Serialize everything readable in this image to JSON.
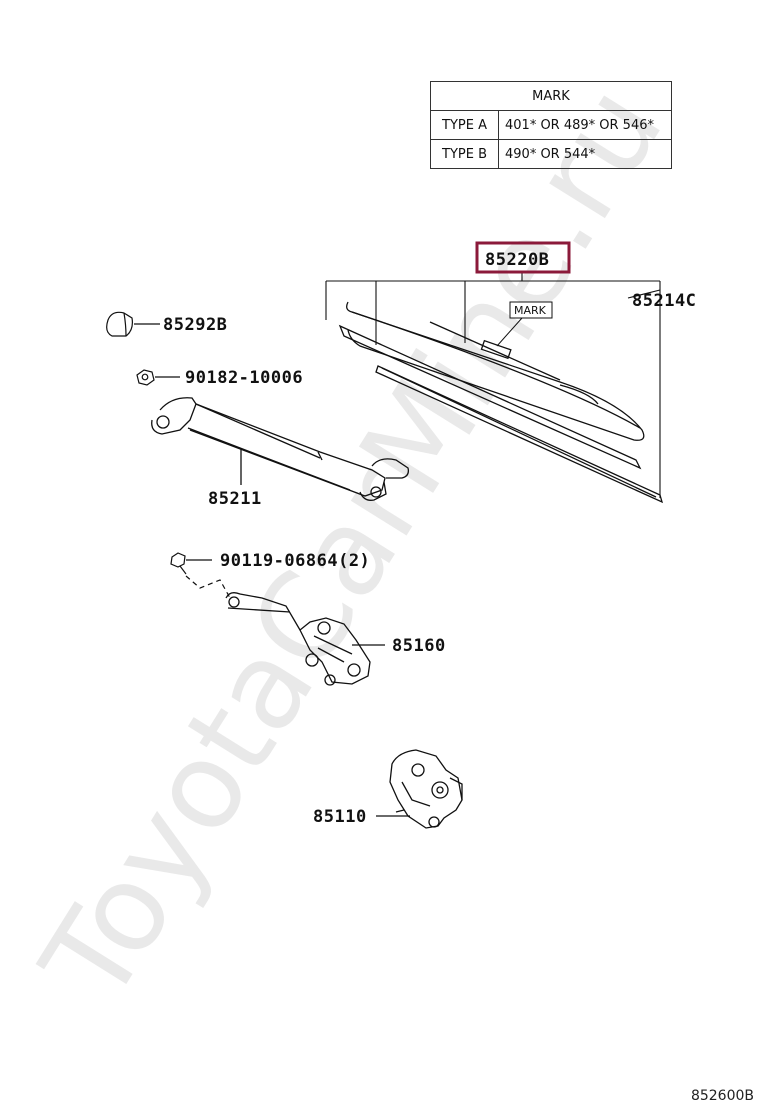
{
  "table": {
    "header": "MARK",
    "rows": [
      {
        "type": "TYPE A",
        "value": "401* OR 489* OR 546*"
      },
      {
        "type": "TYPE B",
        "value": "490* OR 544*"
      }
    ]
  },
  "parts": {
    "p85220B": "85220B",
    "p85214C": "85214C",
    "p85292B": "85292B",
    "p90182": "90182-10006",
    "p85211": "85211",
    "p90119": "90119-06864(2)",
    "p85160": "85160",
    "p85110": "85110"
  },
  "mark_tag": "MARK",
  "watermark": "ToyotaCarMine.ru",
  "diagram_code": "852600B",
  "colors": {
    "highlight": "#8b1a3a",
    "line": "#111111",
    "watermark": "#d8d8d8"
  }
}
